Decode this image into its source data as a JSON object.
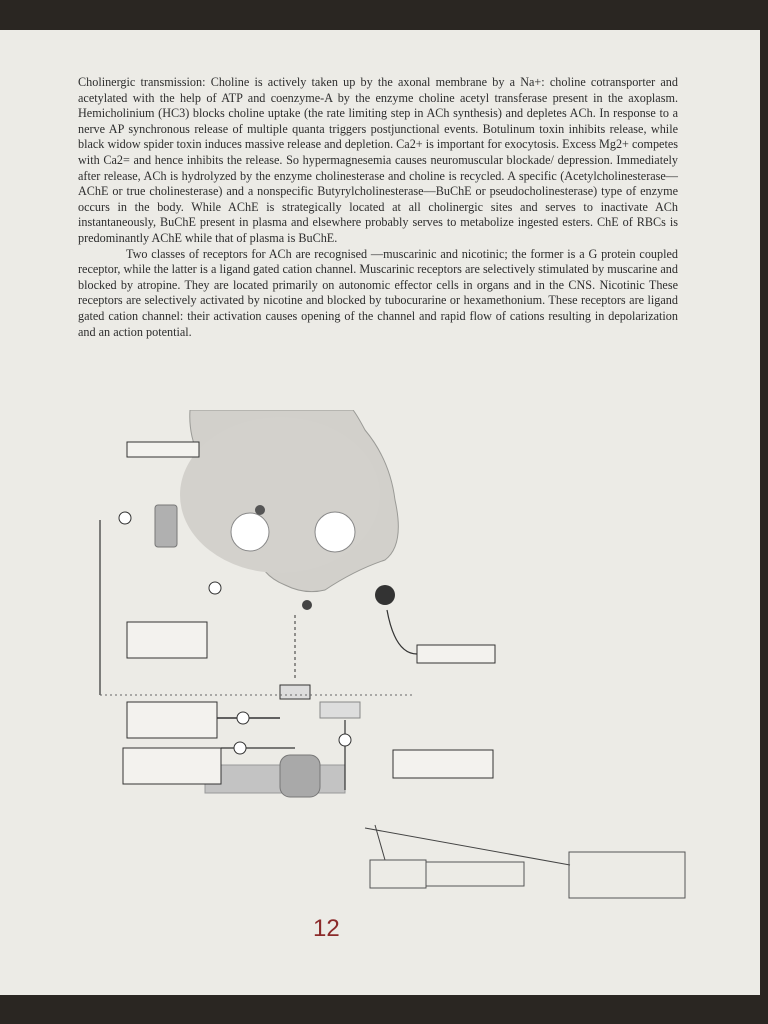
{
  "text": {
    "p1": "Cholinergic transmission: Choline is actively taken up by the axonal membrane by a Na+: choline cotransporter and acetylated with the help of ATP and coenzyme-A by the enzyme choline acetyl transferase present in the axoplasm. Hemicholinium (HC3) blocks choline uptake (the rate limiting step in ACh synthesis) and depletes ACh. In response to a nerve AP synchronous release of multiple quanta triggers postjunctional events. Botulinum toxin inhibits release, while black widow spider toxin induces massive release and depletion. Ca2+ is important for exocytosis. Excess Mg2+ competes with Ca2= and hence inhibits the release. So hypermagnesemia causes neuromuscular blockade/ depression. Immediately after release, ACh is hydrolyzed by the enzyme cholinesterase and choline is recycled. A specific (Acetylcholinesterase—AChE or true cholinesterase) and a nonspecific Butyrylcholinesterase—BuChE or pseudocholinesterase) type of enzyme occurs in the body. While AChE is strategically located at all cholinergic sites and serves to inactivate ACh instantaneously, BuChE present in plasma and elsewhere probably serves to metabolize ingested esters. ChE of RBCs is predominantly AChE while that of plasma is BuChE.",
    "p2": "Two classes of receptors for ACh are recognised —muscarinic and nicotinic; the former is a G protein coupled receptor, while the latter is a ligand gated cation channel. Muscarinic receptors are selectively stimulated by muscarine and blocked by atropine. They are located primarily on autonomic effector cells in organs and in the CNS. Nicotinic These receptors are selectively activated by nicotine and blocked by tubocurarine or hexamethonium. These receptors are ligand gated cation channel: their activation causes opening of the channel and rapid flow of cations resulting in depolarization and an action potential."
  },
  "diagram": {
    "labels": {},
    "handwritten": {}
  },
  "page_number": "12"
}
